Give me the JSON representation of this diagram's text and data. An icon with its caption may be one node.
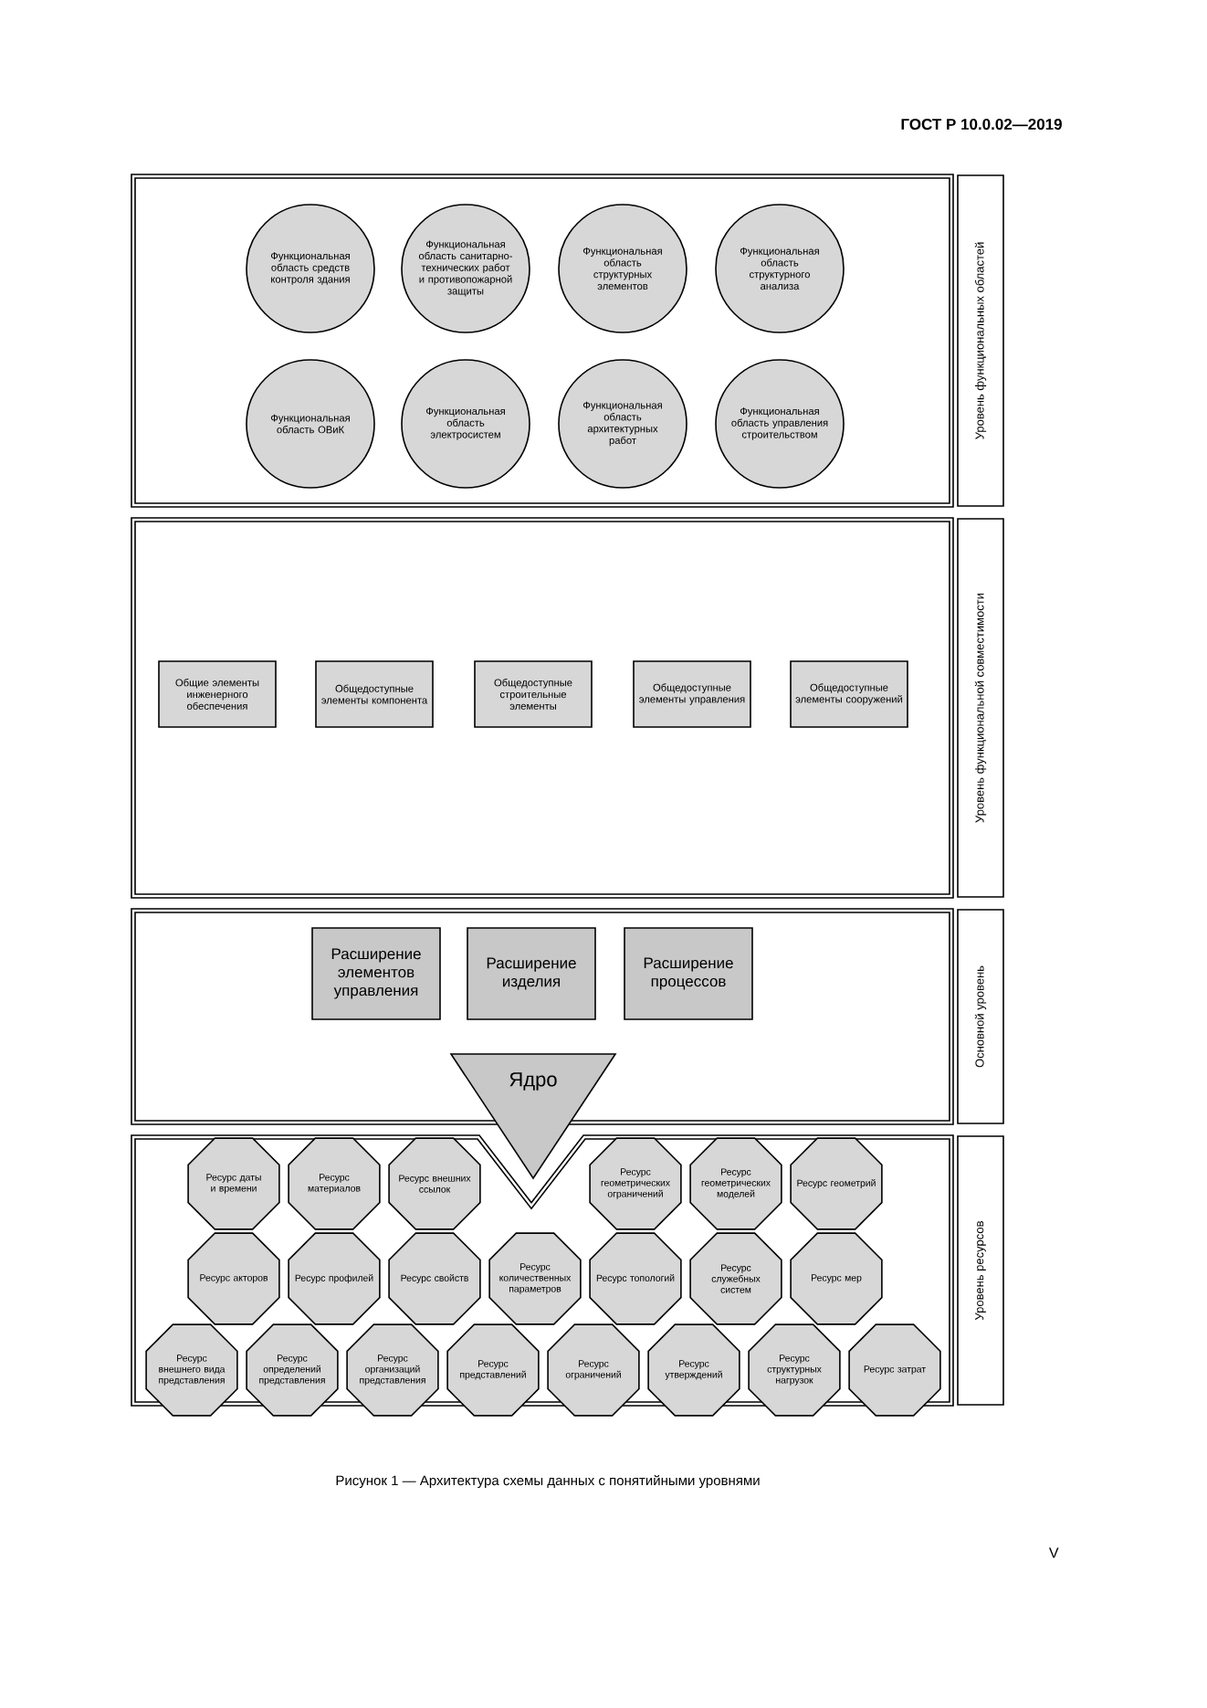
{
  "diagram": {
    "caption": "Рисунок 1 — Архитектура схемы данных с понятийными уровнями",
    "nodes": [
      {
        "text": [
          "Уровень функциональных областей"
        ]
      },
      {
        "text": [
          "Функциональная область средств контроля здания"
        ],
        "in": 0
      },
      {
        "text": [
          "Функциональная область санитарно-технических работ и противопожарной защиты"
        ],
        "in": 0
      },
      {
        "text": [
          "Функциональная область структурных элементов"
        ],
        "in": 0
      },
      {
        "text": [
          "Функциональная область структурного анализа"
        ],
        "in": 0
      },
      {
        "text": [
          "Функциональная область ОВиК"
        ],
        "in": 0
      },
      {
        "text": [
          "Функциональная область электросистем"
        ],
        "in": 0
      },
      {
        "text": [
          "Функциональная область архитектурных работ"
        ],
        "in": 0
      },
      {
        "text": [
          "Функциональная область управления строительством"
        ],
        "in": 0
      },
      {
        "text": [
          "Уровень функциональной совместимости"
        ]
      },
      {
        "text": [
          "Общие элементы инженерного обеспечения"
        ],
        "in": 9
      },
      {
        "text": [
          "Общедоступные элементы компонента"
        ],
        "in": 9
      },
      {
        "text": [
          "Общедоступные строительные элементы"
        ],
        "in": 9
      },
      {
        "text": [
          "Общедоступные элементы управления"
        ],
        "in": 9
      },
      {
        "text": [
          "Общедоступные элементы сооружений"
        ],
        "in": 9
      },
      {
        "text": [
          "Основной уровень"
        ]
      },
      {
        "text": [
          "Расширение элементов управления"
        ],
        "in": 15
      },
      {
        "text": [
          "Расширение изделия"
        ],
        "in": 15
      },
      {
        "text": [
          "Расширение процессов"
        ],
        "in": 15
      },
      {
        "text": [
          "Ядро"
        ]
      },
      {
        "text": [
          "Уровень ресурсов"
        ]
      },
      {
        "text": [
          "Ресурс даты и времени"
        ],
        "in": 20
      },
      {
        "text": [
          "Ресурс материалов"
        ],
        "in": 20
      },
      {
        "text": [
          "Ресурс внешних ссылок"
        ],
        "in": 20
      },
      {
        "text": [
          "Ресурс геометрических ограничений"
        ],
        "in": 20
      },
      {
        "text": [
          "Ресурс геометрических моделей"
        ],
        "in": 20
      },
      {
        "text": [
          "Ресурс геометрий"
        ],
        "in": 20
      },
      {
        "text": [
          "Ресурс акторов"
        ],
        "in": 20
      },
      {
        "text": [
          "Ресурс профилей"
        ],
        "in": 20
      },
      {
        "text": [
          "Ресурс свойств"
        ],
        "in": 20
      },
      {
        "text": [
          "Ресурс количественных параметров"
        ],
        "in": 20
      },
      {
        "text": [
          "Ресурс топологий"
        ],
        "in": 20
      },
      {
        "text": [
          "Ресурс служебных систем"
        ],
        "in": 20
      },
      {
        "text": [
          "Ресурс мер"
        ],
        "in": 20
      },
      {
        "text": [
          "Ресурс внешнего вида представления"
        ],
        "in": 20
      },
      {
        "text": [
          "Ресурс определений представления"
        ],
        "in": 20
      },
      {
        "text": [
          "Ресурс организаций представления"
        ],
        "in": 20
      },
      {
        "text": [
          "Ресурс представлений"
        ],
        "in": 20
      },
      {
        "text": [
          "Ресурс ограничений"
        ],
        "in": 20
      },
      {
        "text": [
          "Ресурс утверждений"
        ],
        "in": 20
      },
      {
        "text": [
          "Ресурс структурных нагрузок"
        ],
        "in": 20
      },
      {
        "text": [
          "Ресурс затрат"
        ],
        "in": 20
      }
    ],
    "labels": [
      "ГОСТ Р 10.0.02—2019",
      "V"
    ]
  }
}
